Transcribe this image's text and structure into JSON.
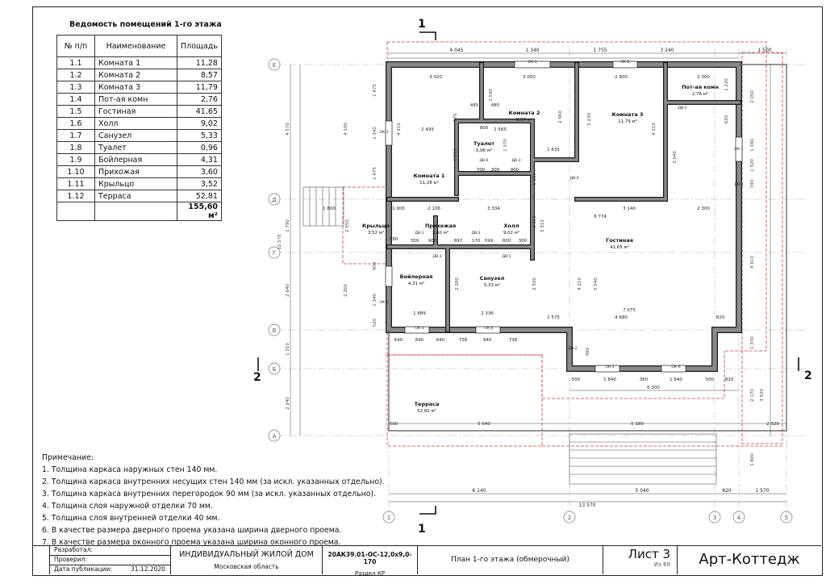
{
  "schedule": {
    "title": "Ведомость помещений 1-го этажа",
    "headers": [
      "№ п/п",
      "Наименование",
      "Площадь"
    ],
    "rows": [
      {
        "num": "1.1",
        "name": "Комната 1",
        "area": "11,28"
      },
      {
        "num": "1.2",
        "name": "Комната 2",
        "area": "8,57"
      },
      {
        "num": "1.3",
        "name": "Комната 3",
        "area": "11,79"
      },
      {
        "num": "1.4",
        "name": "Пот-ая комн",
        "area": "2,76"
      },
      {
        "num": "1.5",
        "name": "Гостиная",
        "area": "41,65"
      },
      {
        "num": "1.6",
        "name": "Холл",
        "area": "9,02"
      },
      {
        "num": "1.7",
        "name": "Санузел",
        "area": "5,33"
      },
      {
        "num": "1.8",
        "name": "Туалет",
        "area": "0,96"
      },
      {
        "num": "1.9",
        "name": "Бойлерная",
        "area": "4,31"
      },
      {
        "num": "1.10",
        "name": "Прихожая",
        "area": "3,60"
      },
      {
        "num": "1.11",
        "name": "Крыльцо",
        "area": "3,52"
      },
      {
        "num": "1.12",
        "name": "Терраса",
        "area": "52,81"
      }
    ],
    "total": "155,60 м²"
  },
  "notes": {
    "heading": "Примечание:",
    "items": [
      "1. Толщина каркаса наружных стен 140 мм.",
      "2. Толщина каркаса внутренних несущих стен 140 мм (за искл. указанных отдельно).",
      "3. Толщина каркаса внутренних перегородок 90 мм (за искл. указанных отдельно).",
      "4. Толщина слоя наружной отделки 70 мм.",
      "5. Толщина слоя внутренней отделки 40 мм.",
      "6. В качестве размера дверного проема указана ширина дверного проема.",
      "7. В качестве размера оконного проема указана ширина оконного проема."
    ]
  },
  "plan": {
    "section_mark_1": "1",
    "section_mark_2": "2",
    "axis_letters": [
      "Е",
      "Д",
      "Г",
      "В",
      "Б",
      "А"
    ],
    "axis_numbers": [
      "1",
      "2",
      "3",
      "4",
      "5"
    ],
    "rooms": [
      {
        "name": "Комната 2",
        "area": "8,57 м²"
      },
      {
        "name": "Комната 3",
        "area": "11,79 м²"
      },
      {
        "name": "Пот-ая комн",
        "area": "2,76 м²"
      },
      {
        "name": "Туалет",
        "area": "0,96 м²"
      },
      {
        "name": "Комната 1",
        "area": "11,28 м²"
      },
      {
        "name": "Крыльцо",
        "area": "3,52 м²"
      },
      {
        "name": "Прихожая",
        "area": "3,60 м²"
      },
      {
        "name": "Холл",
        "area": "9,02 м²"
      },
      {
        "name": "Гостиная",
        "area": "41,65 м²"
      },
      {
        "name": "Бойлерная",
        "area": "4,31 м²"
      },
      {
        "name": "Санузел",
        "area": "5,33 м²"
      },
      {
        "name": "Терраса",
        "area": "52,81 м²"
      }
    ],
    "top_dims": [
      "4 045",
      "1 340",
      "1 755",
      "3 240",
      "1 500"
    ],
    "inner_dims": [
      "3 020",
      "3 050",
      "2 800",
      "2 300",
      "2 495",
      "2 565",
      "1 635",
      "800",
      "485",
      "485",
      "1 000",
      "2 106",
      "3 334",
      "3 140",
      "2 300",
      "8 774",
      "1 800",
      "590",
      "309",
      "900",
      "897",
      "170",
      "599",
      "800",
      "300",
      "1 889",
      "2 336",
      "7 075",
      "4 680",
      "1 575",
      "820",
      "640",
      "690",
      "640",
      "738",
      "940",
      "738",
      "500",
      "1 840",
      "360",
      "1 840",
      "500",
      "820",
      "6 000",
      "500",
      "5 640",
      "5 180",
      "2 320",
      "700",
      "300",
      "900"
    ],
    "bottom_dims": [
      "6 140",
      "5 040",
      "820",
      "1 570"
    ],
    "bottom_total": "13 570",
    "left_dims": [
      "4 570",
      "12 570",
      "1 790",
      "2 640",
      "1 310",
      "2 240",
      "4 190",
      "1 475",
      "1 340",
      "1 475",
      "2 550",
      "900",
      "2 260",
      "1 340",
      "520"
    ],
    "right_dims": [
      "1 220",
      "2 050",
      "620",
      "1 340",
      "1 320",
      "740",
      "4 610",
      "1 330",
      "2 170",
      "3 500",
      "1 800"
    ],
    "vertical_inner_dims": [
      "4 210",
      "1 590",
      "2 960",
      "3 230",
      "4 210",
      "3 040",
      "1 080",
      "5 310",
      "1 930",
      "2 500",
      "4 210",
      "5 540",
      "2 280",
      "1 200",
      "1 370",
      "170",
      "980"
    ],
    "window_tags": [
      "ОК-1",
      "ОК-2",
      "ОК-3",
      "ОК-4",
      "ОК-5",
      "ОК-6"
    ],
    "door_tags": [
      "ДВ-1",
      "ДВ-2",
      "ДВ-3",
      "ДВ-4",
      "ДВ-5",
      "ДВ-6"
    ]
  },
  "title_block": {
    "developed": "Разработал:",
    "checked": "Проверил:",
    "pub_label": "Дата публикации:",
    "pub_date": "31.12.2020",
    "project": "ИНДИВИДУАЛЬНЫЙ ЖИЛОЙ ДОМ",
    "region": "Московская область",
    "code": "20АК39.01-ОС-12,0х9,0-170",
    "section": "Раздел КР",
    "sheet_title": "План 1-го этажа (обмерочный)",
    "sheet": "Лист 3",
    "of": "Из 69",
    "company": "Арт-Коттедж"
  },
  "colors": {
    "wall": "#8a8a8a",
    "wall_edge": "#1a1a1a",
    "red_dash": "#d23a3a",
    "dim": "#333333",
    "grid": "#999999"
  }
}
